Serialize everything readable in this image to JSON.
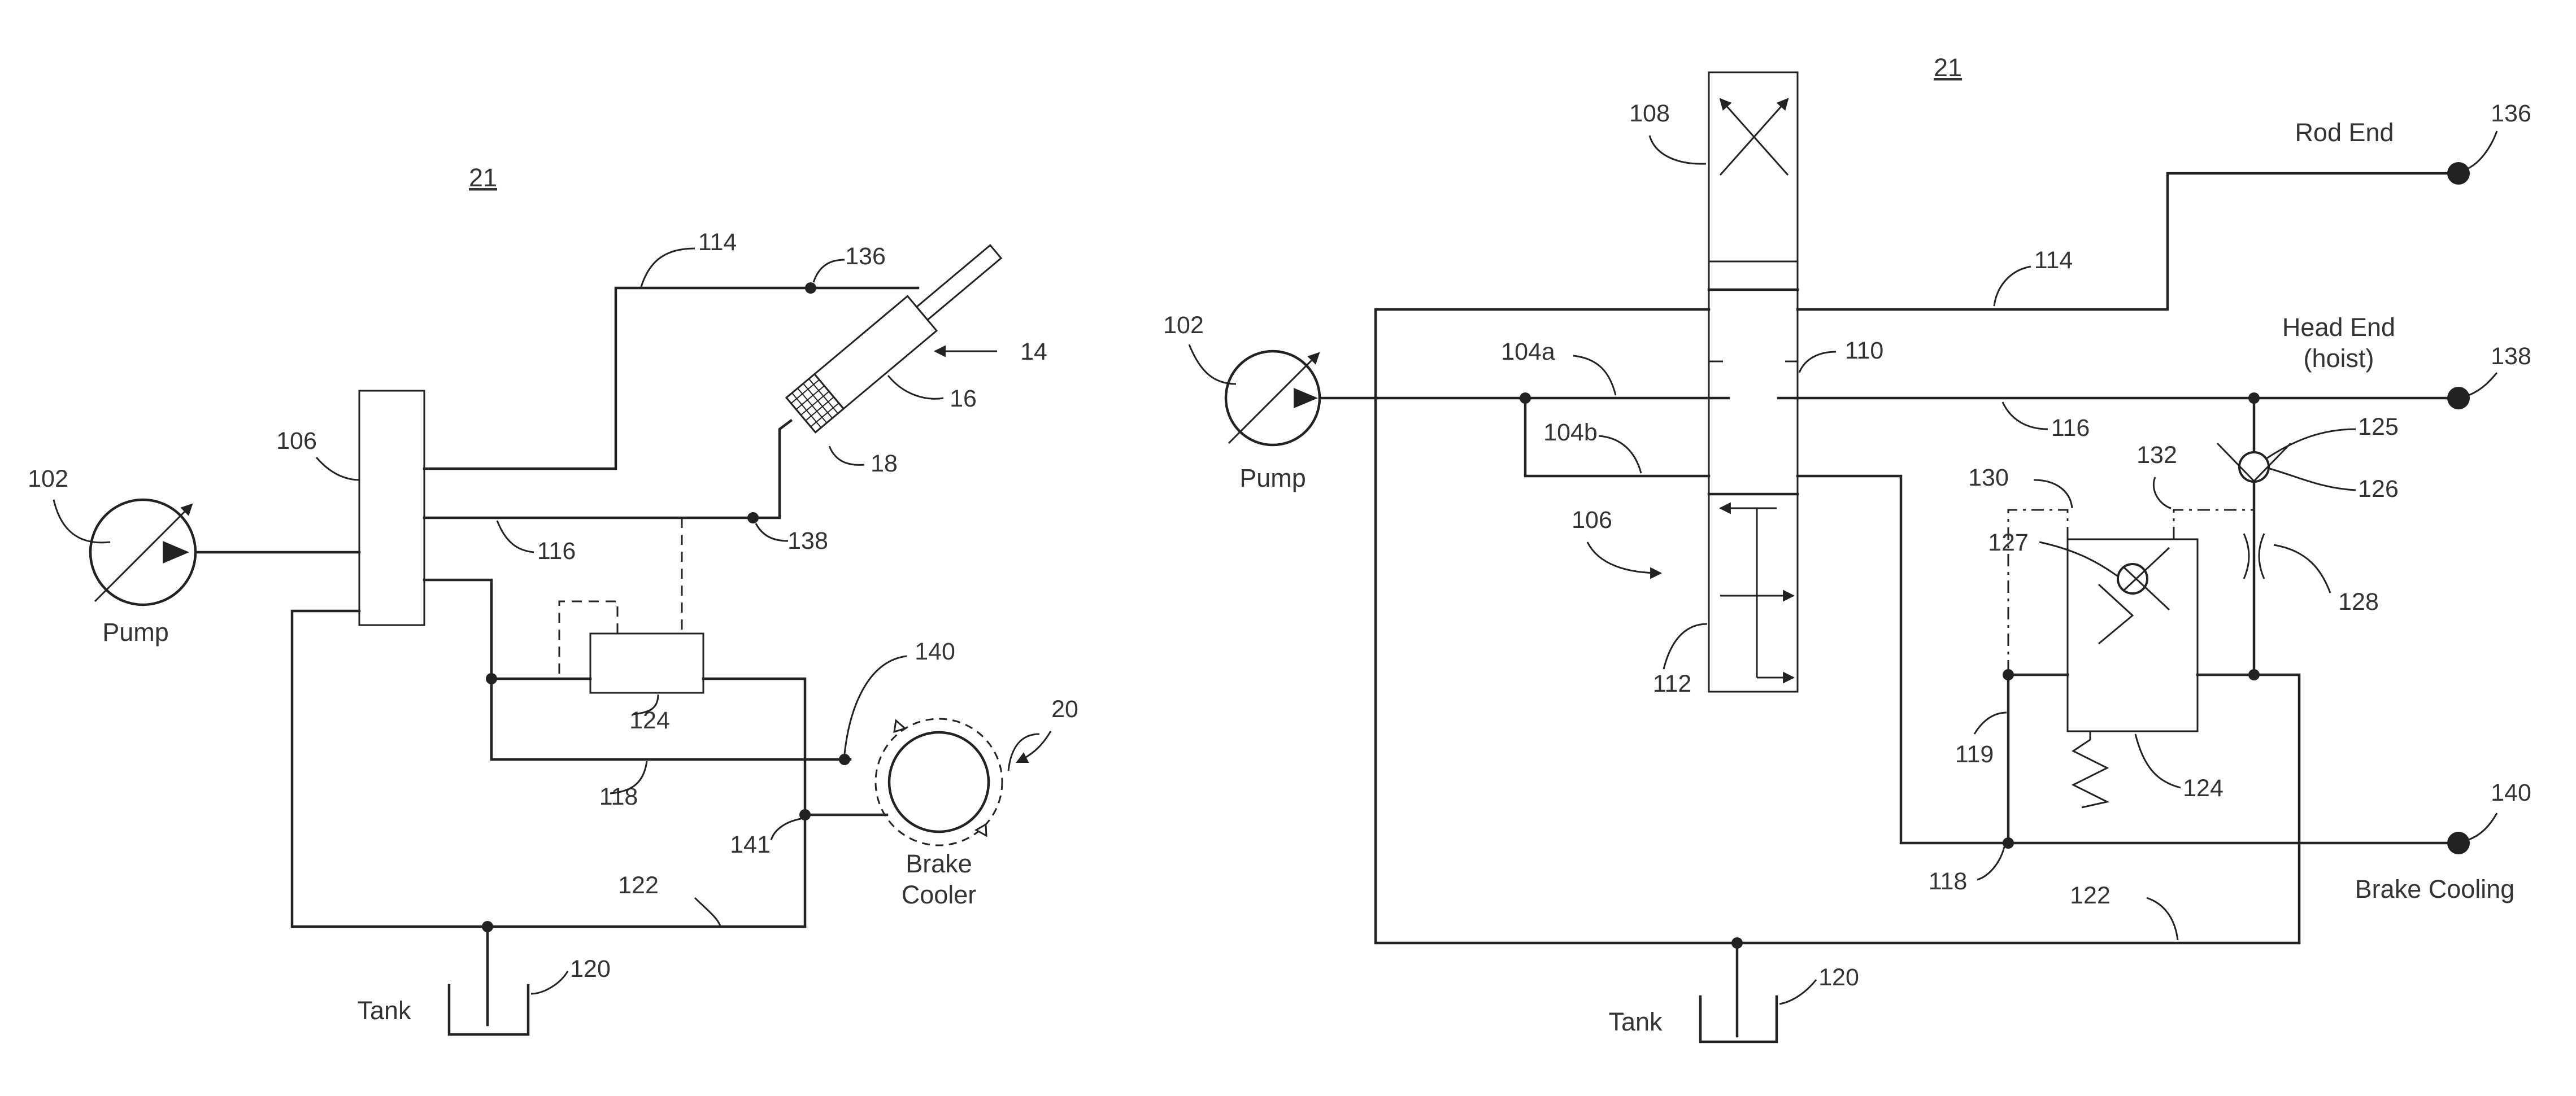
{
  "figure_label": "21",
  "figures": [
    {
      "id": "left",
      "labels": {
        "pump": "Pump",
        "tank": "Tank",
        "brake_cooler_line1": "Brake",
        "brake_cooler_line2": "Cooler"
      },
      "refs": {
        "fig": "21",
        "pump": "102",
        "valve": "106",
        "line_rod": "114",
        "rod_end": "136",
        "actuator": "14",
        "cylinder": "16",
        "piston": "18",
        "line_head": "116",
        "head_end": "138",
        "line_cool": "118",
        "relief": "124",
        "cooler_in": "140",
        "brake": "20",
        "cooler_out": "141",
        "return": "122",
        "tank": "120"
      }
    },
    {
      "id": "right",
      "labels": {
        "pump": "Pump",
        "tank": "Tank",
        "rod_end": "Rod End",
        "head_end_line1": "Head End",
        "head_end_line2": "(hoist)",
        "brake_cooling": "Brake Cooling"
      },
      "refs": {
        "fig": "21",
        "pump": "102",
        "valve": "106",
        "pos1": "108",
        "pos2": "110",
        "pos3": "112",
        "line_a": "104a",
        "line_b": "104b",
        "line_rod": "114",
        "rod_end": "136",
        "line_head": "116",
        "head_end": "138",
        "check": "125",
        "ball": "126",
        "orifice": "128",
        "pilot1": "130",
        "pilot2": "132",
        "check2": "127",
        "relief": "124",
        "line_119": "119",
        "line_cool": "118",
        "return": "122",
        "tank": "120",
        "brake_cool": "140"
      }
    }
  ]
}
